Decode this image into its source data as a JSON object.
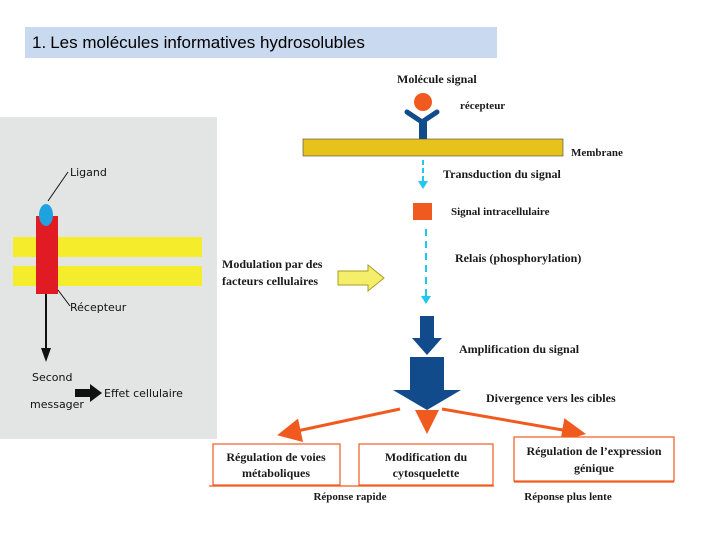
{
  "title": {
    "number": "1.",
    "text": "Les molécules informatives hydrosolubles"
  },
  "left_figure": {
    "ligand_label": "Ligand",
    "receptor_label": "Récepteur",
    "second_messenger_label_1": "Second",
    "second_messenger_label_2": "messager",
    "effect_label": "Effet cellulaire"
  },
  "pathway": {
    "signal_molecule": "Molécule signal",
    "receptor": "récepteur",
    "membrane": "Membrane",
    "transduction": "Transduction du signal",
    "intracellular_signal": "Signal intracellulaire",
    "relay": "Relais (phosphorylation)",
    "modulation_line1": "Modulation par des",
    "modulation_line2": "facteurs cellulaires",
    "amplification": "Amplification du signal",
    "divergence": "Divergence vers les cibles"
  },
  "targets": {
    "metabolic_line1": "Régulation de voies",
    "metabolic_line2": "métaboliques",
    "cytoskeleton_line1": "Modification du",
    "cytoskeleton_line2": "cytosquelette",
    "expression_line1": "Régulation de l’expression",
    "expression_line2": "génique",
    "fast_response": "Réponse rapide",
    "slow_response": "Réponse plus lente"
  },
  "colors": {
    "title_bg": "#c9d9ef",
    "membrane": "#e6c21a",
    "signal_orange": "#f15a1f",
    "cyan_arrow": "#1ec8f0",
    "navy_arrow": "#114b8c",
    "left_panel_bg": "#e3e4e4",
    "left_membrane": "#f5ec2b",
    "left_receptor": "#e01b24",
    "left_ligand": "#1fa3e0",
    "modulation_arrow": "#f4ee6a"
  }
}
